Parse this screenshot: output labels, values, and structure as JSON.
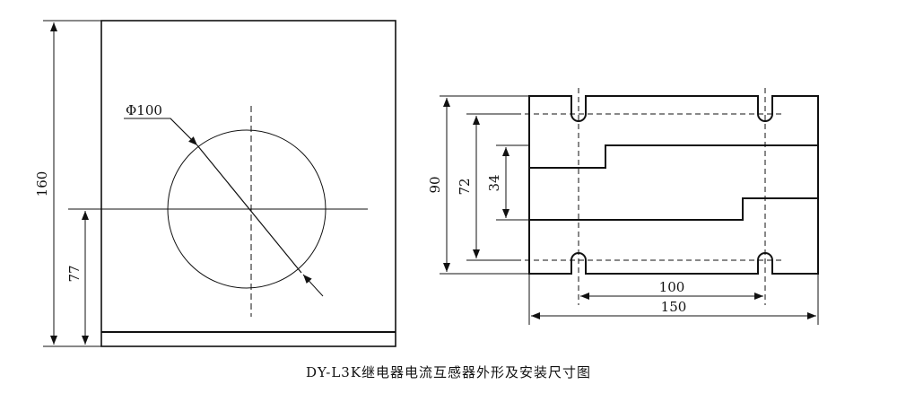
{
  "caption": "DY-L3K继电器电流互感器外形及安装尺寸图",
  "front_view": {
    "height_label": "160",
    "center_height_label": "77",
    "diameter_label": "Φ100"
  },
  "side_view": {
    "overall_height_label": "90",
    "slot_spacing_label": "72",
    "step_height_label": "34",
    "slot_center_label": "100",
    "overall_width_label": "150"
  }
}
